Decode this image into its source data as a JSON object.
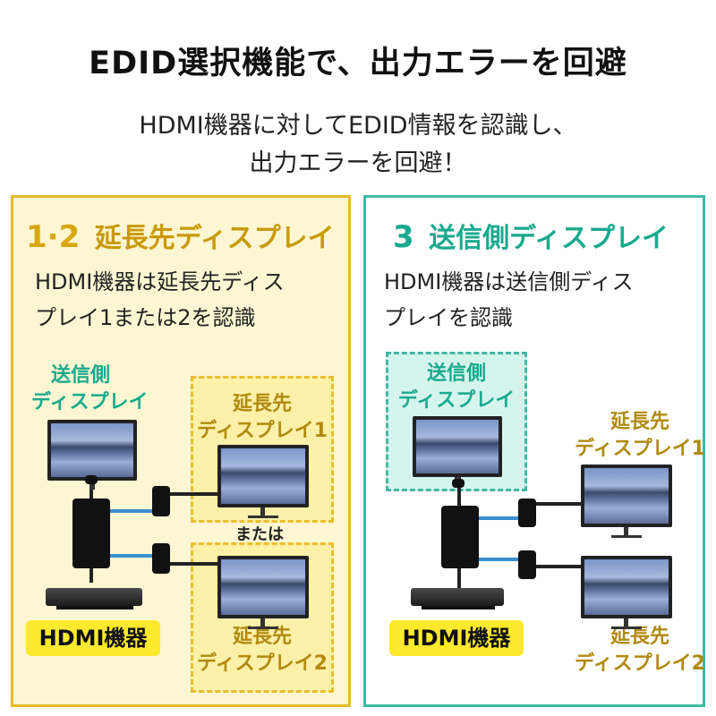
{
  "header": {
    "title": "EDID選択機能で、出力エラーを回避",
    "subtitle_line1": "HDMI機器に対してEDID情報を認識し、",
    "subtitle_line2": "出力エラーを回避！"
  },
  "panel_a": {
    "number": "1·2",
    "title": "延長先ディスプレイ",
    "desc_line1": "HDMI機器は延長先ディス",
    "desc_line2": "プレイ1または2を認識",
    "source_label_line1": "送信側",
    "source_label_line2": "ディスプレイ",
    "remote1_line1": "延長先",
    "remote1_line2": "ディスプレイ1",
    "or_text": "または",
    "remote2_line1": "延長先",
    "remote2_line2": "ディスプレイ2",
    "device_label": "HDMI機器"
  },
  "panel_b": {
    "number": "3",
    "title": "送信側ディスプレイ",
    "desc_line1": "HDMI機器は送信側ディス",
    "desc_line2": "プレイを認識",
    "source_label_line1": "送信側",
    "source_label_line2": "ディスプレイ",
    "remote1_line1": "延長先",
    "remote1_line2": "ディスプレイ1",
    "remote2_line1": "延長先",
    "remote2_line2": "ディスプレイ2",
    "device_label": "HDMI機器"
  },
  "colors": {
    "gold_border": "#e4bb2a",
    "gold_text": "#c99a0a",
    "teal": "#1aaa8e",
    "hdmi_yellow": "#fde92e",
    "cable_blue": "#3a8fd0"
  }
}
